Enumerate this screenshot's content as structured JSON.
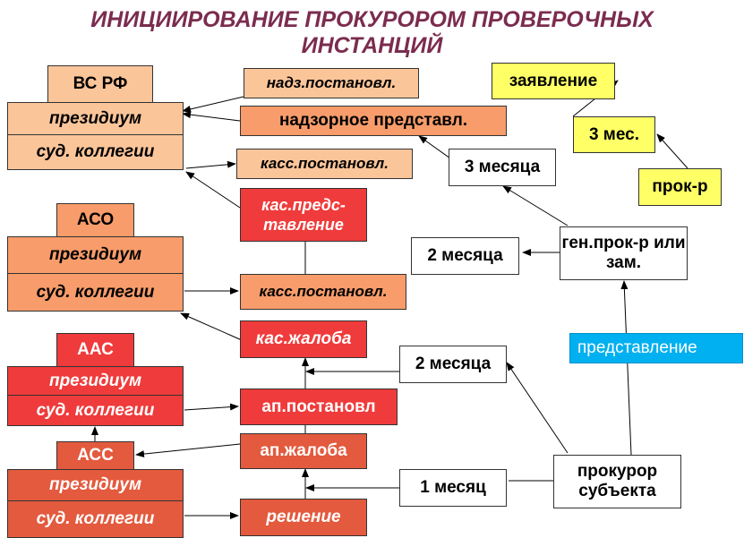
{
  "title": {
    "line1": "ИНИЦИИРОВАНИЕ   ПРОКУРОРОМ  ПРОВЕРОЧНЫХ",
    "line2": "ИНСТАНЦИЙ"
  },
  "courts": {
    "vs_rf": {
      "name": "ВС РФ",
      "presidium": "президиум",
      "colleges": "суд. коллегии"
    },
    "aso": {
      "name": "АСО",
      "presidium": "президиум",
      "colleges": "суд. коллегии"
    },
    "aas": {
      "name": "ААС",
      "presidium": "президиум",
      "colleges": "суд. коллегии"
    },
    "ass": {
      "name": "АСС",
      "presidium": "президиум",
      "colleges": "суд. коллегии"
    }
  },
  "acts": {
    "nadz_postanovl": "надз.постановл.",
    "nadz_predstavl": "надзорное представл.",
    "kass_postanovl_top": "касс.постановл.",
    "kass_predstavlenie": "кас.предс-тавление",
    "kass_postanovl_mid": "касс.постановл.",
    "kass_zhaloba": "кас.жалоба",
    "ap_postanovl": "ап.постановл",
    "ap_zhaloba": "ап.жалоба",
    "reshenie": "решение"
  },
  "deadlines": {
    "three_months_a": "3 месяца",
    "two_months_a": "2 месяца",
    "two_months_b": "2 месяца",
    "one_month": "1 месяц",
    "three_mes": "3 мес."
  },
  "actors": {
    "zayavlenie": "заявление",
    "prok_r": "прок-р",
    "gen_prok": "ген.прок-р или зам.",
    "predstavlenie": "представление",
    "prokuror_subekta": "прокурор субъекта"
  }
}
